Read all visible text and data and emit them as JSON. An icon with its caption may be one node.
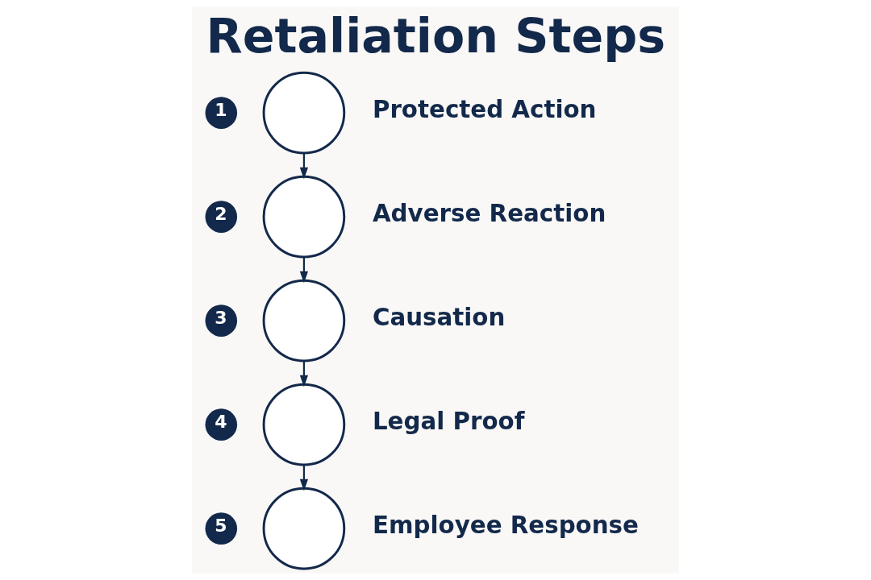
{
  "diagram": {
    "title": "Retaliation Steps",
    "nodes": [
      {
        "text": [
          "1"
        ]
      },
      {
        "text": [],
        "shape": "circle",
        "beside": [
          "Protected Action"
        ]
      },
      {
        "text": [
          "2"
        ]
      },
      {
        "text": [],
        "shape": "circle",
        "beside": [
          "Adverse Reaction"
        ]
      },
      {
        "text": [
          "3"
        ]
      },
      {
        "text": [],
        "shape": "circle",
        "beside": [
          "Causation"
        ]
      },
      {
        "text": [
          "4"
        ]
      },
      {
        "text": [],
        "shape": "circle",
        "beside": [
          "Legal Proof"
        ]
      },
      {
        "text": [
          "5"
        ]
      },
      {
        "text": [],
        "shape": "circle",
        "beside": [
          "Employee Response"
        ]
      }
    ],
    "edges": [
      {
        "from": 1,
        "to": 3,
        "arrow": "to"
      },
      {
        "from": 3,
        "to": 5,
        "arrow": "to"
      },
      {
        "from": 5,
        "to": 7,
        "arrow": "to"
      },
      {
        "from": 7,
        "to": 9,
        "arrow": "to"
      }
    ]
  }
}
